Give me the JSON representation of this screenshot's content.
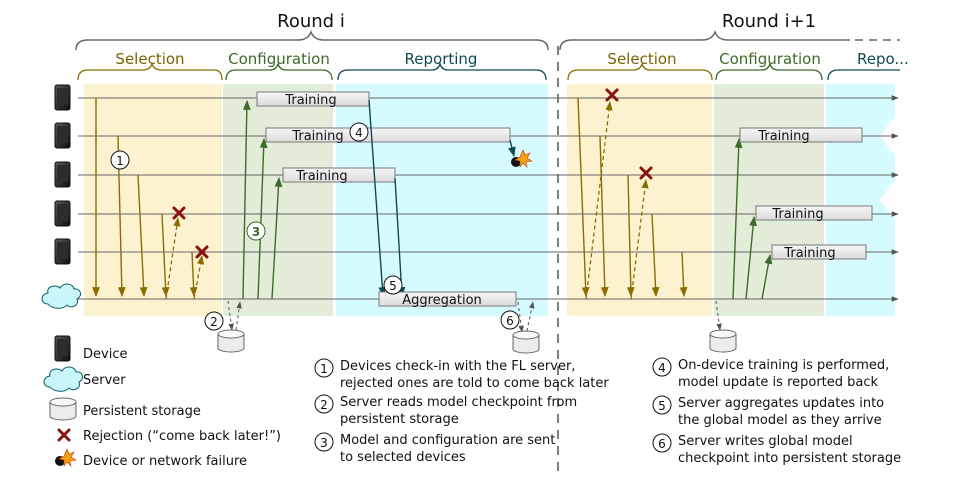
{
  "rounds": [
    {
      "label": "Round i"
    },
    {
      "label": "Round i+1"
    }
  ],
  "phases": {
    "selection": "Selection",
    "configuration": "Configuration",
    "reporting": "Reporting",
    "reporting_truncated": "Repo..."
  },
  "box_labels": {
    "training": "Training",
    "aggregation": "Aggregation"
  },
  "step_numbers": [
    "1",
    "2",
    "3",
    "4",
    "5",
    "6"
  ],
  "legend": [
    {
      "icon": "device-icon",
      "label": "Device"
    },
    {
      "icon": "server-cloud-icon",
      "label": "Server"
    },
    {
      "icon": "storage-icon",
      "label": "Persistent storage"
    },
    {
      "icon": "rejection-icon",
      "label": "Rejection (“come back later!”)"
    },
    {
      "icon": "failure-icon",
      "label": "Device or network failure"
    }
  ],
  "notes": [
    {
      "num": "1",
      "lines": [
        "Devices check-in with the FL server,",
        "rejected ones are told to come back later"
      ]
    },
    {
      "num": "2",
      "lines": [
        "Server reads model checkpoint from",
        "persistent storage"
      ]
    },
    {
      "num": "3",
      "lines": [
        "Model and configuration are sent",
        "to selected devices"
      ]
    },
    {
      "num": "4",
      "lines": [
        "On-device training is performed,",
        "model update is reported back"
      ]
    },
    {
      "num": "5",
      "lines": [
        "Server aggregates updates into",
        "the global model as they arrive"
      ]
    },
    {
      "num": "6",
      "lines": [
        "Server writes global model",
        "checkpoint into persistent storage"
      ]
    }
  ],
  "colors": {
    "selection_bg": "#fdf2cf",
    "configuration_bg": "#e2ecd9",
    "reporting_bg": "#d6fbff",
    "selection_arrow": "#8a6d00",
    "configuration_arrow": "#3d6b2a",
    "reporting_arrow": "#0d4a52",
    "reject": "#8b1010"
  }
}
